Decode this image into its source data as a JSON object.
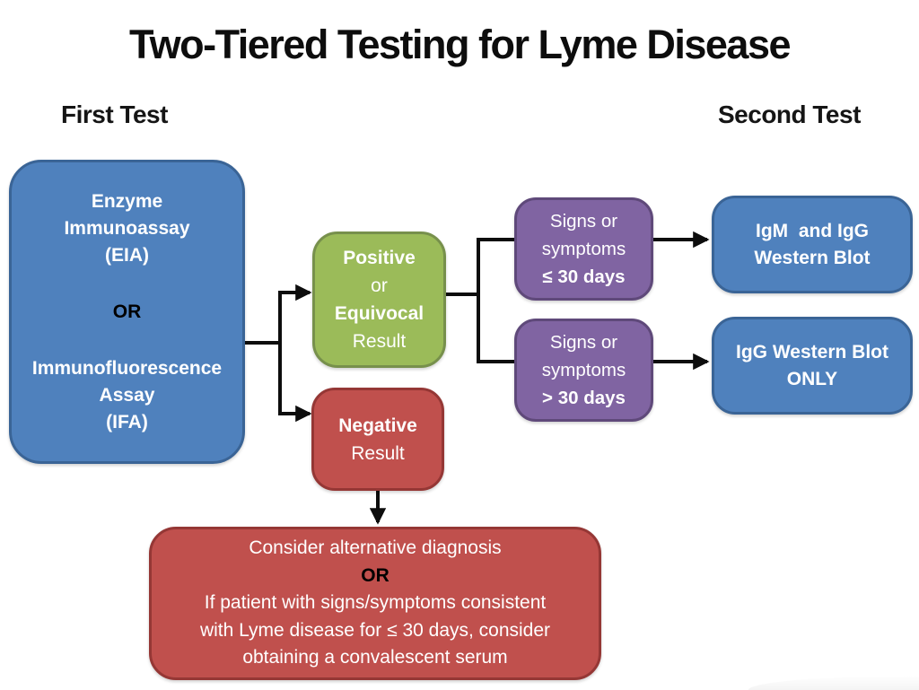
{
  "title": "Two-Tiered Testing for Lyme Disease",
  "labels": {
    "first_test": "First Test",
    "second_test": "Second Test"
  },
  "colors": {
    "background": "#FFFFFF",
    "blue_fill": "#4F81BD",
    "blue_border": "#3A6496",
    "green_fill": "#9BBB59",
    "green_border": "#77904C",
    "red_fill": "#C0504D",
    "red_border": "#953735",
    "purple_fill": "#8064A2",
    "purple_border": "#5F497A",
    "connector": "#0D0D0D",
    "text_light": "#FFFFFF",
    "text_dark": "#000000"
  },
  "nodes": {
    "eia_ifa": {
      "lines1": [
        "Enzyme",
        "Immunoassay",
        "(EIA)"
      ],
      "or": "OR",
      "lines2": [
        "Immunofluorescence",
        "Assay",
        "(IFA)"
      ]
    },
    "positive_equivocal": {
      "line1": "Positive",
      "line2": "or",
      "line3": "Equivocal",
      "line4": "Result"
    },
    "negative": {
      "line1": "Negative",
      "line2": "Result"
    },
    "signs_le30": {
      "line1": "Signs or",
      "line2": "symptoms",
      "line3": "≤ 30 days"
    },
    "signs_gt30": {
      "line1": "Signs or",
      "line2": "symptoms",
      "line3": "> 30 days"
    },
    "igm_igg": {
      "line1": "IgM  and IgG",
      "line2": "Western Blot"
    },
    "igg_only": {
      "line1": "IgG Western Blot",
      "line2": "ONLY"
    },
    "alternative": {
      "line1": "Consider alternative diagnosis",
      "or": "OR",
      "line2": "If patient with signs/symptoms consistent",
      "line3": "with Lyme disease for ≤ 30 days, consider",
      "line4": "obtaining a convalescent serum"
    }
  }
}
